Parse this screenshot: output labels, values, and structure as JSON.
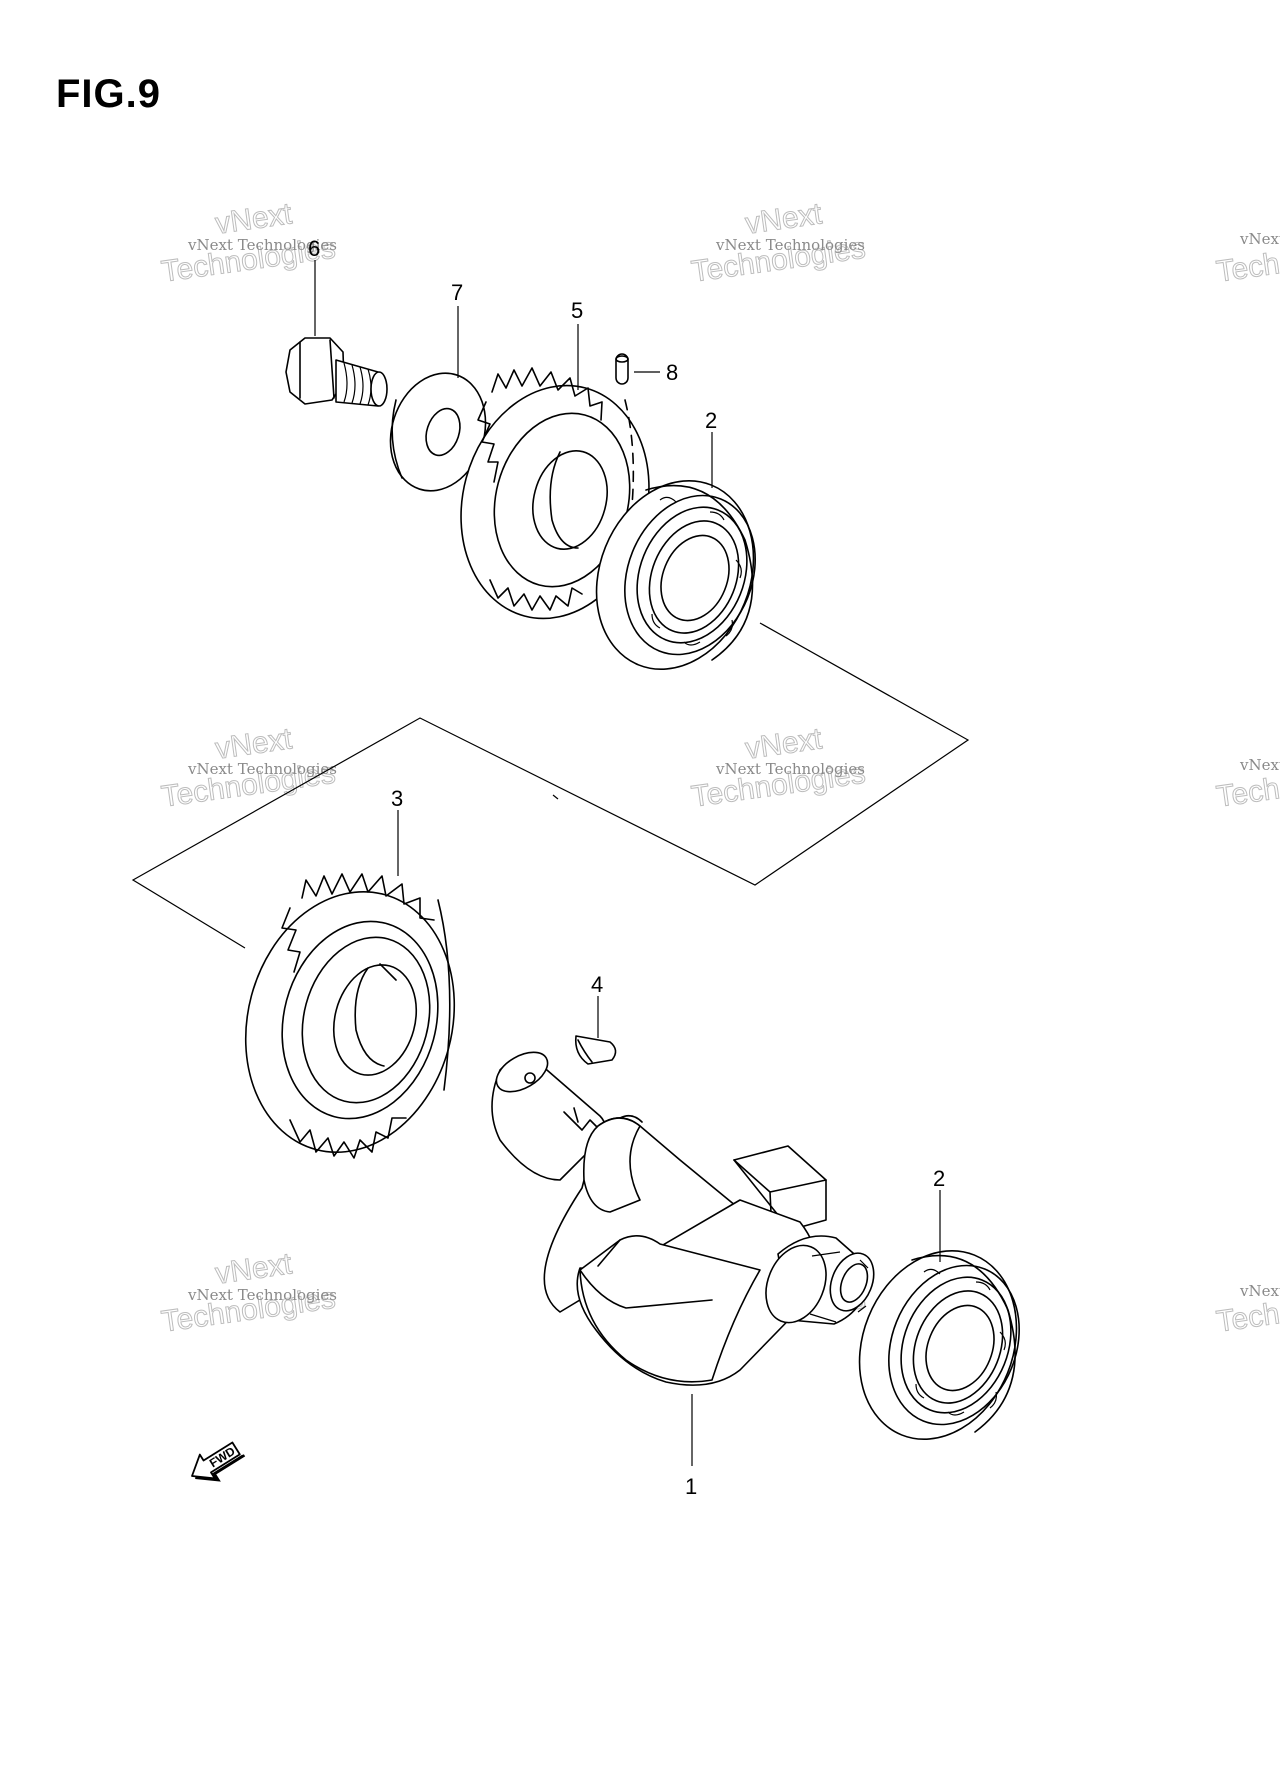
{
  "figure": {
    "title": "FIG.9"
  },
  "callouts": {
    "bolt": "6",
    "washer": "7",
    "driven_gear": "5",
    "pin": "8",
    "bearing_upper": "2",
    "drive_gear": "3",
    "key": "4",
    "bearing_lower": "2",
    "balancer_shaft": "1"
  },
  "watermark": {
    "line1": "vNext Technologies",
    "line2": "vNext",
    "line3": "Technologies"
  },
  "direction": {
    "label": "FWD"
  }
}
